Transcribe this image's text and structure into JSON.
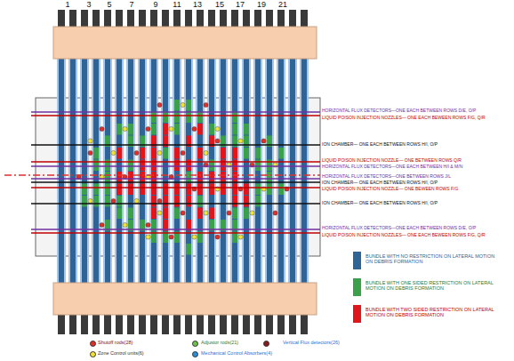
{
  "diagram": {
    "labels": [
      "1",
      "3",
      "5",
      "7",
      "9",
      "11",
      "13",
      "15",
      "17",
      "19",
      "21",
      "HORIZONTAL FLUX DETECTORS—ONE EACH BETWEEN ROWS D/E, O/P",
      "LIQUID POISON INJECTION NOZZLES— ONE EACH BEWEEN ROWS F/G, Q/R",
      "ION CHAMBER— ONE EACH BETWEEN ROWS H/I, O/P",
      "LIQUID POISON INJECTION NOZZLE— ONE BETWEEN ROWS Q/R",
      "HORIZONTAL FLUX DETECTORS—ONE EACH BETWEEN H/I & M/N",
      "HORIZONTAL FLUX DETECTORS—ONE BETWEEN ROWS J/L",
      "ION CHAMBER— ONE EACH BETWEEN ROWS H/I, O/P",
      "LIQUID POISON INJECTION NOZZLE— ONE BEWEEN ROWS F/G",
      "ION CHAMBER— ONE EACH BETWEEN ROWS H/I, O/P",
      "HORIZONTAL FLUX DETECTORS—ONE EACH BETWEEN ROWS D/E, O/P",
      "LIQUID POISON INJECTION NOZZLES— ONE EACH BEWEEN ROWS F/G, Q/R"
    ],
    "legend": [
      {
        "text": "BUNDLE WITH NO RESTRICTION ON LATERAL MOTION ON DEBRIS FORMATION",
        "color": "#2e6496"
      },
      {
        "text": "BUNDLE WITH ONE SIDED RESTRICTION ON LATERAL MOTION ON DEBRIS FORMATION",
        "color": "#3aa04a"
      },
      {
        "text": "BUNDLE WITH TWO SIDED RESTRICTION ON LATERAL MOTION ON DEBRIS FORMATION",
        "color": "#e0161b"
      },
      {
        "text": "Shutoff rods(28)",
        "color": "#e0302a"
      },
      {
        "text": "Adjustor rods(21)",
        "color": "#6cc24a"
      },
      {
        "text": "Vertical Flux detectors(26)",
        "color": "#8b1a1a"
      },
      {
        "text": "Zone Control units(6)",
        "color": "#f2e33a"
      },
      {
        "text": "Mechanical Control Absorbers(4)",
        "color": "#2a8fd6"
      }
    ]
  }
}
